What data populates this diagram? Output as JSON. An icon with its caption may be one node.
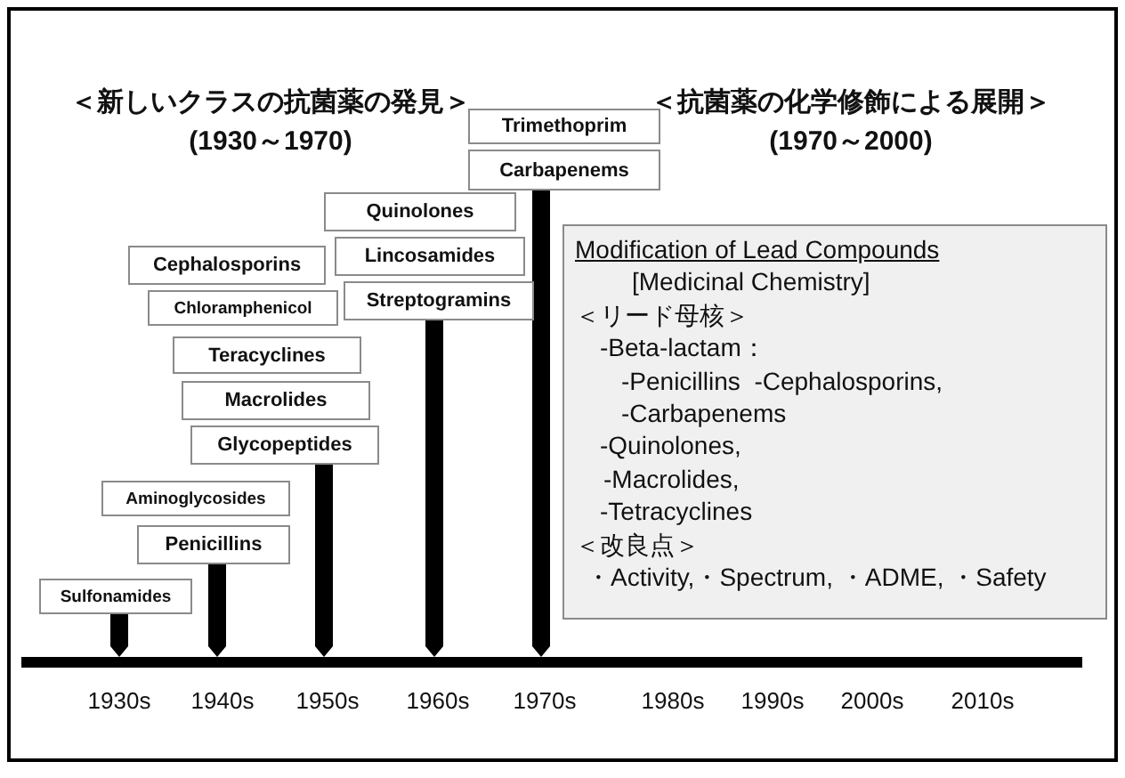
{
  "diagram": {
    "nodes": [
      {
        "text": [
          "Sulfonamides"
        ]
      },
      {
        "text": [
          "Aminoglycosides"
        ]
      },
      {
        "text": [
          "Penicillins"
        ]
      },
      {
        "text": [
          "Cephalosporins"
        ]
      },
      {
        "text": [
          "Chloramphenicol"
        ]
      },
      {
        "text": [
          "Teracyclines"
        ]
      },
      {
        "text": [
          "Macrolides"
        ]
      },
      {
        "text": [
          "Glycopeptides"
        ]
      },
      {
        "text": [
          "Quinolones"
        ]
      },
      {
        "text": [
          "Lincosamides"
        ]
      },
      {
        "text": [
          "Streptogramins"
        ]
      },
      {
        "text": [
          "Trimethoprim"
        ]
      },
      {
        "text": [
          "Carbapenems"
        ]
      },
      {
        "text": [
          "Modification of Lead Compounds",
          "[Medicinal Chemistry]",
          "＜リード母核＞",
          "-Beta-lactam：",
          "-Penicillins  -Cephalosporins,",
          "-Carbapenems",
          "-Quinolones,",
          "-Macrolides,",
          "-Tetracyclines",
          "＜改良点＞",
          "・Activity,・Spectrum, ・ADME, ・Safety"
        ]
      },
      {
        "text": [],
        "shape": "bar"
      }
    ],
    "edges": [
      {
        "from": 0,
        "to": 14,
        "arrow": "to"
      },
      {
        "from": 2,
        "to": 14,
        "arrow": "to"
      },
      {
        "from": 7,
        "to": 14,
        "arrow": "to"
      },
      {
        "from": 10,
        "to": 14,
        "arrow": "to"
      },
      {
        "from": 12,
        "to": 14,
        "arrow": "to"
      }
    ],
    "labels": [
      "＜新しいクラスの抗菌薬の発見＞",
      "(1930～1970)",
      "＜抗菌薬の化学修飾による展開＞",
      "(1970～2000)",
      "1930s",
      "1940s",
      "1950s",
      "1960s",
      "1970s",
      "1980s",
      "1990s",
      "2000s",
      "2010s"
    ]
  }
}
